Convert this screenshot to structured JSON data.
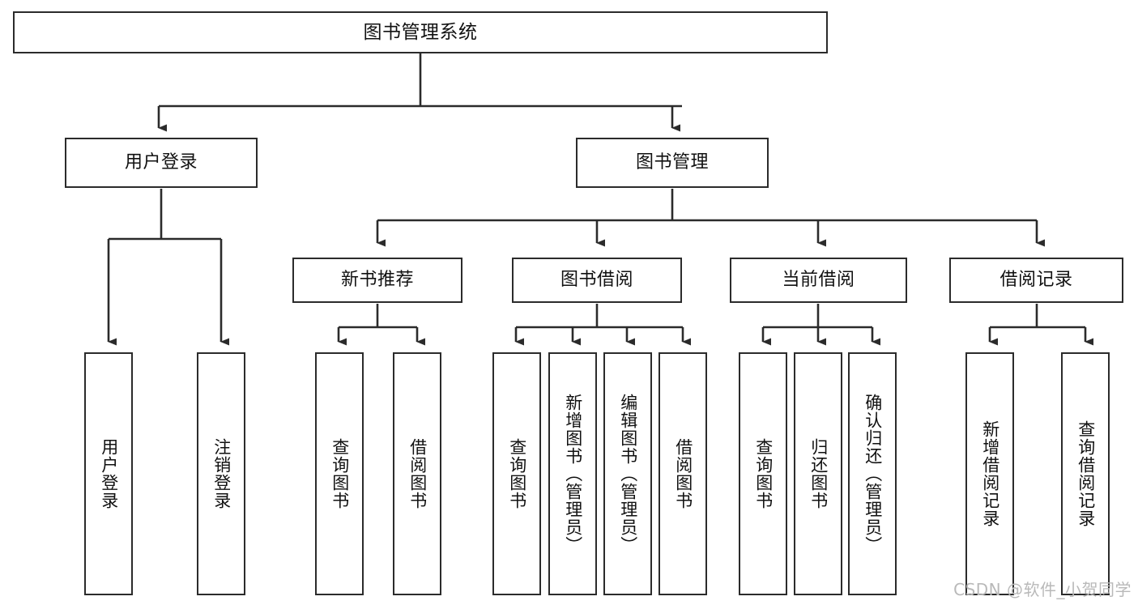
{
  "diagram": {
    "title": "图书管理系统",
    "watermark": "CSDN @软件_小贺同学",
    "colors": {
      "stroke": "#2b2b2b",
      "fill": "#ffffff",
      "text": "#111111",
      "watermark": "#b9b9b9"
    },
    "root": {
      "label": "图书管理系统"
    },
    "level2": [
      {
        "label": "用户登录"
      },
      {
        "label": "图书管理"
      }
    ],
    "level3": [
      {
        "label": "新书推荐"
      },
      {
        "label": "图书借阅"
      },
      {
        "label": "当前借阅"
      },
      {
        "label": "借阅记录"
      }
    ],
    "leaves": {
      "user_login": [
        {
          "label": "用户登录"
        },
        {
          "label": "注销登录"
        }
      ],
      "new_books": [
        {
          "label": "查询图书"
        },
        {
          "label": "借阅图书"
        }
      ],
      "book_borrow": [
        {
          "label": "查询图书"
        },
        {
          "label": "新增图书（管理员）"
        },
        {
          "label": "编辑图书（管理员）"
        },
        {
          "label": "借阅图书"
        }
      ],
      "current_borrow": [
        {
          "label": "查询图书"
        },
        {
          "label": "归还图书"
        },
        {
          "label": "确认归还（管理员）"
        }
      ],
      "borrow_records": [
        {
          "label": "新增借阅记录"
        },
        {
          "label": "查询借阅记录"
        }
      ]
    }
  }
}
